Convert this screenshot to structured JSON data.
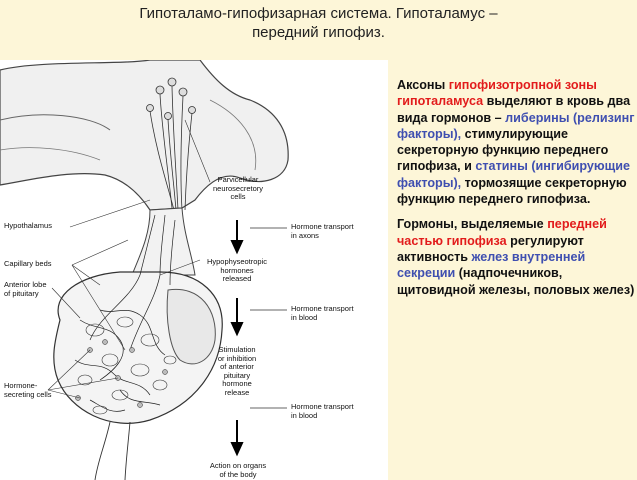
{
  "title": {
    "line1": "Гипоталамо-гипофизарная система. Гипоталамус –",
    "line2": "передний гипофиз."
  },
  "figure": {
    "labels": {
      "hypothalamus": "Hypothalamus",
      "capillary_beds": "Capillary beds",
      "anterior_lobe_1": "Anterior lobe",
      "anterior_lobe_2": "of pituitary",
      "hormone_secreting_1": "Hormone-",
      "hormone_secreting_2": "secreting cells",
      "parvicellular_1": "Parvicellular",
      "parvicellular_2": "neurosecretory",
      "parvicellular_3": "cells",
      "hypophyseotropic_1": "Hypophyseotropic",
      "hypophyseotropic_2": "hormones",
      "hypophyseotropic_3": "released",
      "stimulation_1": "Stimulation",
      "stimulation_2": "or inhibition",
      "stimulation_3": "of anterior",
      "stimulation_4": "pituitary",
      "stimulation_5": "hormone",
      "stimulation_6": "release",
      "action_1": "Action on organs",
      "action_2": "of the body",
      "transport_axons_1": "Hormone transport",
      "transport_axons_2": "in axons",
      "transport_blood1_1": "Hormone transport",
      "transport_blood1_2": "in blood",
      "transport_blood2_1": "Hormone transport",
      "transport_blood2_2": "in blood"
    }
  },
  "text": {
    "p1": {
      "s1": "Аксоны ",
      "s2": "гипофизотропной зоны гипоталамуса",
      "s3": " выделяют в кровь два вида гормонов – ",
      "s4": "либерины (релизинг факторы),",
      "s5": " стимулирующие секреторную функцию переднего гипофиза, и ",
      "s6": "статины (ингибирующие факторы),",
      "s7": " тормозящие секреторную функцию переднего гипофиза."
    },
    "p2": {
      "s1": "Гормоны, выделяемые ",
      "s2": "передней частью гипофиза",
      "s3": " регулируют активность ",
      "s4": "желез внутренней секреции",
      "s5": " (надпочечников, щитовидной железы, половых желез)"
    }
  },
  "colors": {
    "background": "#fdf6d8",
    "highlight_red": "#e21c1c",
    "highlight_blue": "#3f4fb0"
  }
}
